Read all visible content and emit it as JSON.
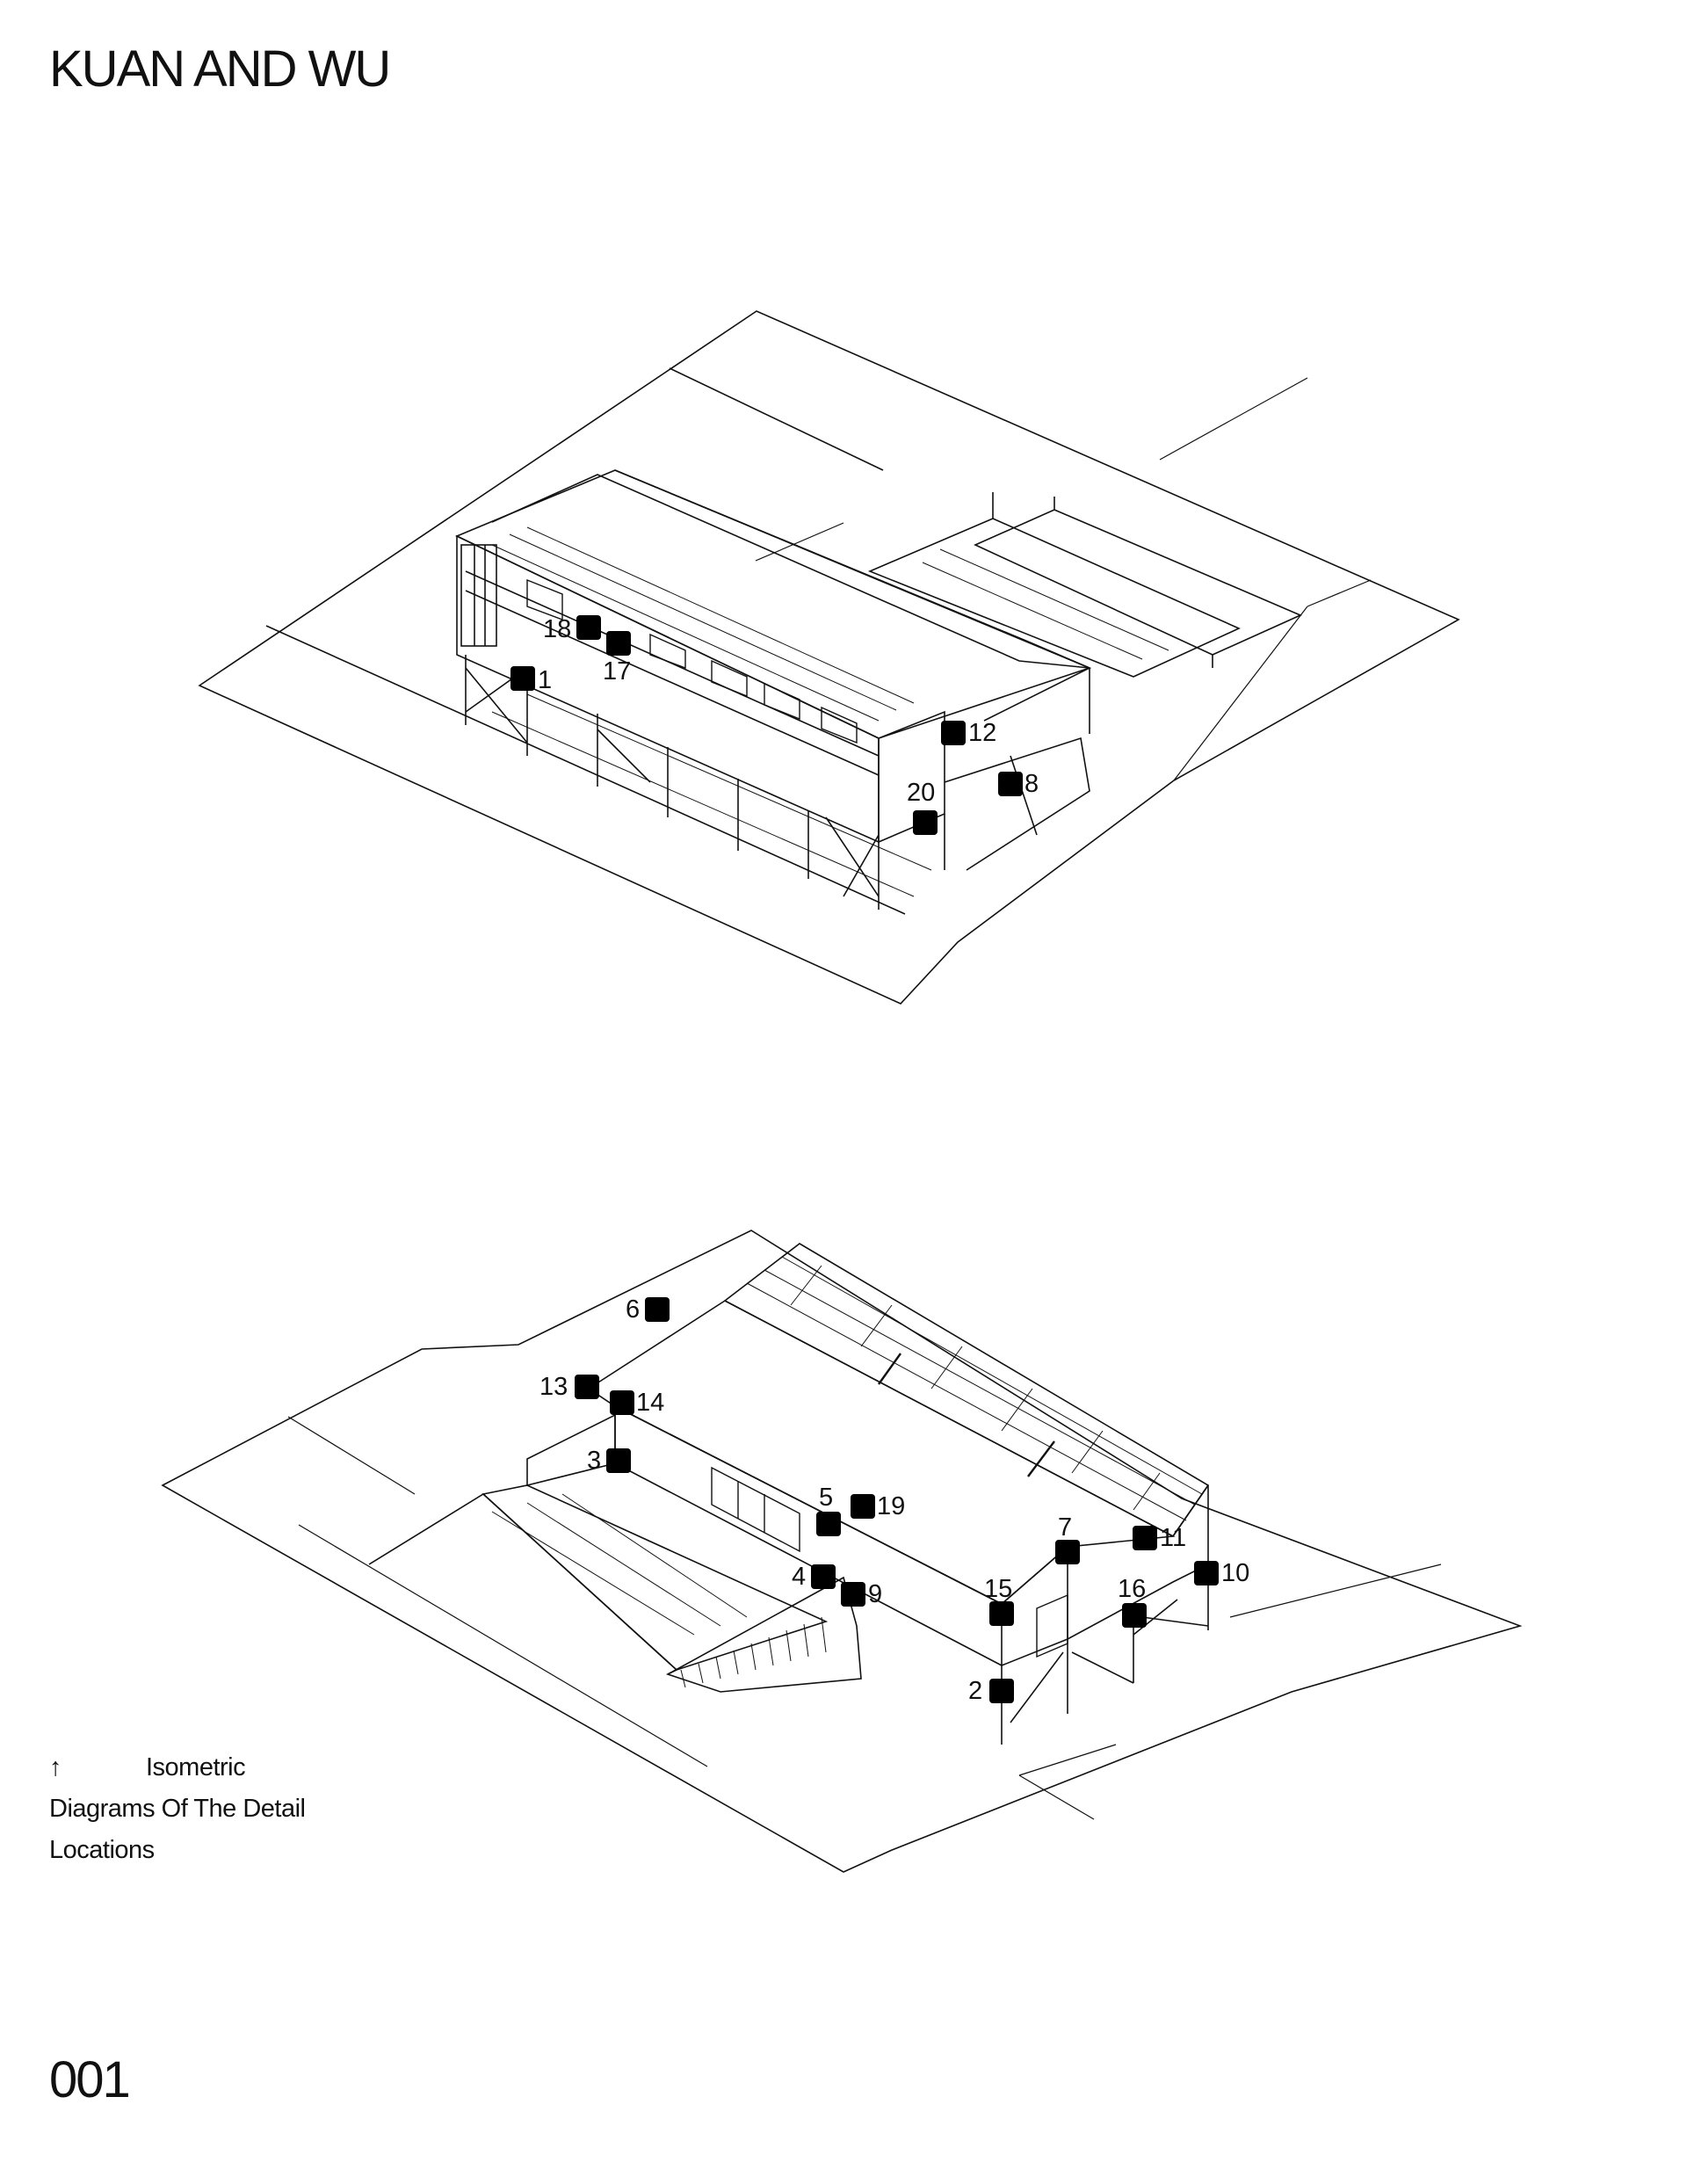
{
  "header": {
    "title": "KUAN AND WU"
  },
  "caption": {
    "arrow": "↑",
    "line1": "Isometric",
    "line2": "Diagrams Of The Detail",
    "line3": "Locations"
  },
  "footer": {
    "page_number": "001"
  },
  "markers": {
    "top": [
      "18",
      "17",
      "1",
      "12",
      "8",
      "20"
    ],
    "bottom": [
      "6",
      "13",
      "14",
      "3",
      "5",
      "19",
      "4",
      "9",
      "7",
      "11",
      "10",
      "15",
      "16",
      "2"
    ]
  },
  "colors": {
    "ink": "#111111",
    "background": "#ffffff"
  }
}
